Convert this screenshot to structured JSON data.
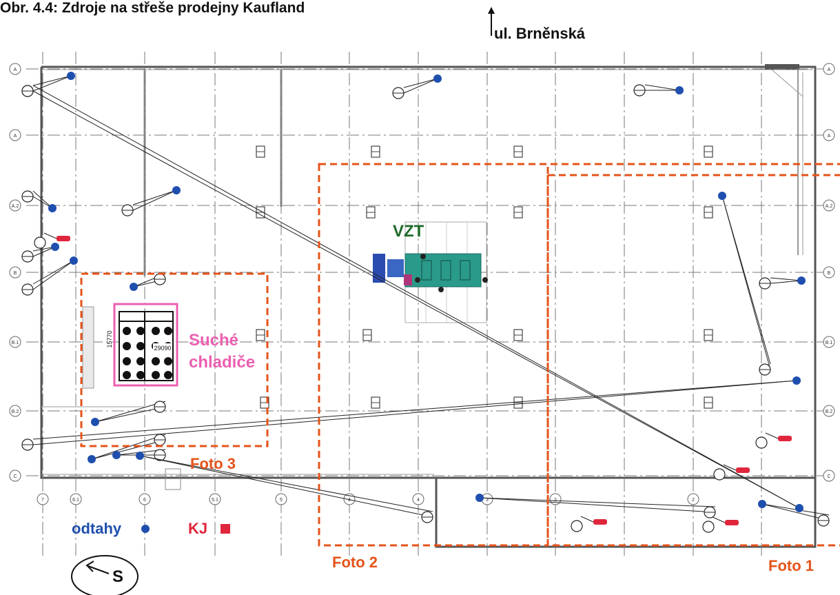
{
  "title": "Obr. 4.4: Zdroje na střeše prodejny Kaufland",
  "street_label": "ul. Brněnská",
  "labels": {
    "vzt": "VZT",
    "dry_coolers_line1": "Suché",
    "dry_coolers_line2": "chladiče",
    "photo1": "Foto 1",
    "photo2": "Foto 2",
    "photo3": "Foto 3",
    "cooler_dimension": "29090",
    "cooler_dimension_side": "15770"
  },
  "legend": {
    "exhausts": {
      "label": "odtahy",
      "color": "#1f4fae"
    },
    "units": {
      "label": "KJ",
      "color": "#e0263c"
    }
  },
  "compass_label": "S",
  "grid_labels": {
    "rows": [
      "A",
      "A",
      "A.2",
      "B",
      "B.1",
      "B.2",
      "C"
    ],
    "columns": [
      "7",
      "6.1",
      "6",
      "5.1",
      "5",
      "4",
      "4",
      "3",
      "2",
      "2"
    ]
  },
  "colors": {
    "photo_frame": "#e5531a",
    "cooler_frame": "#ec5fb1",
    "vzt_unit": "#2a9a8a",
    "grid": "#777777"
  }
}
